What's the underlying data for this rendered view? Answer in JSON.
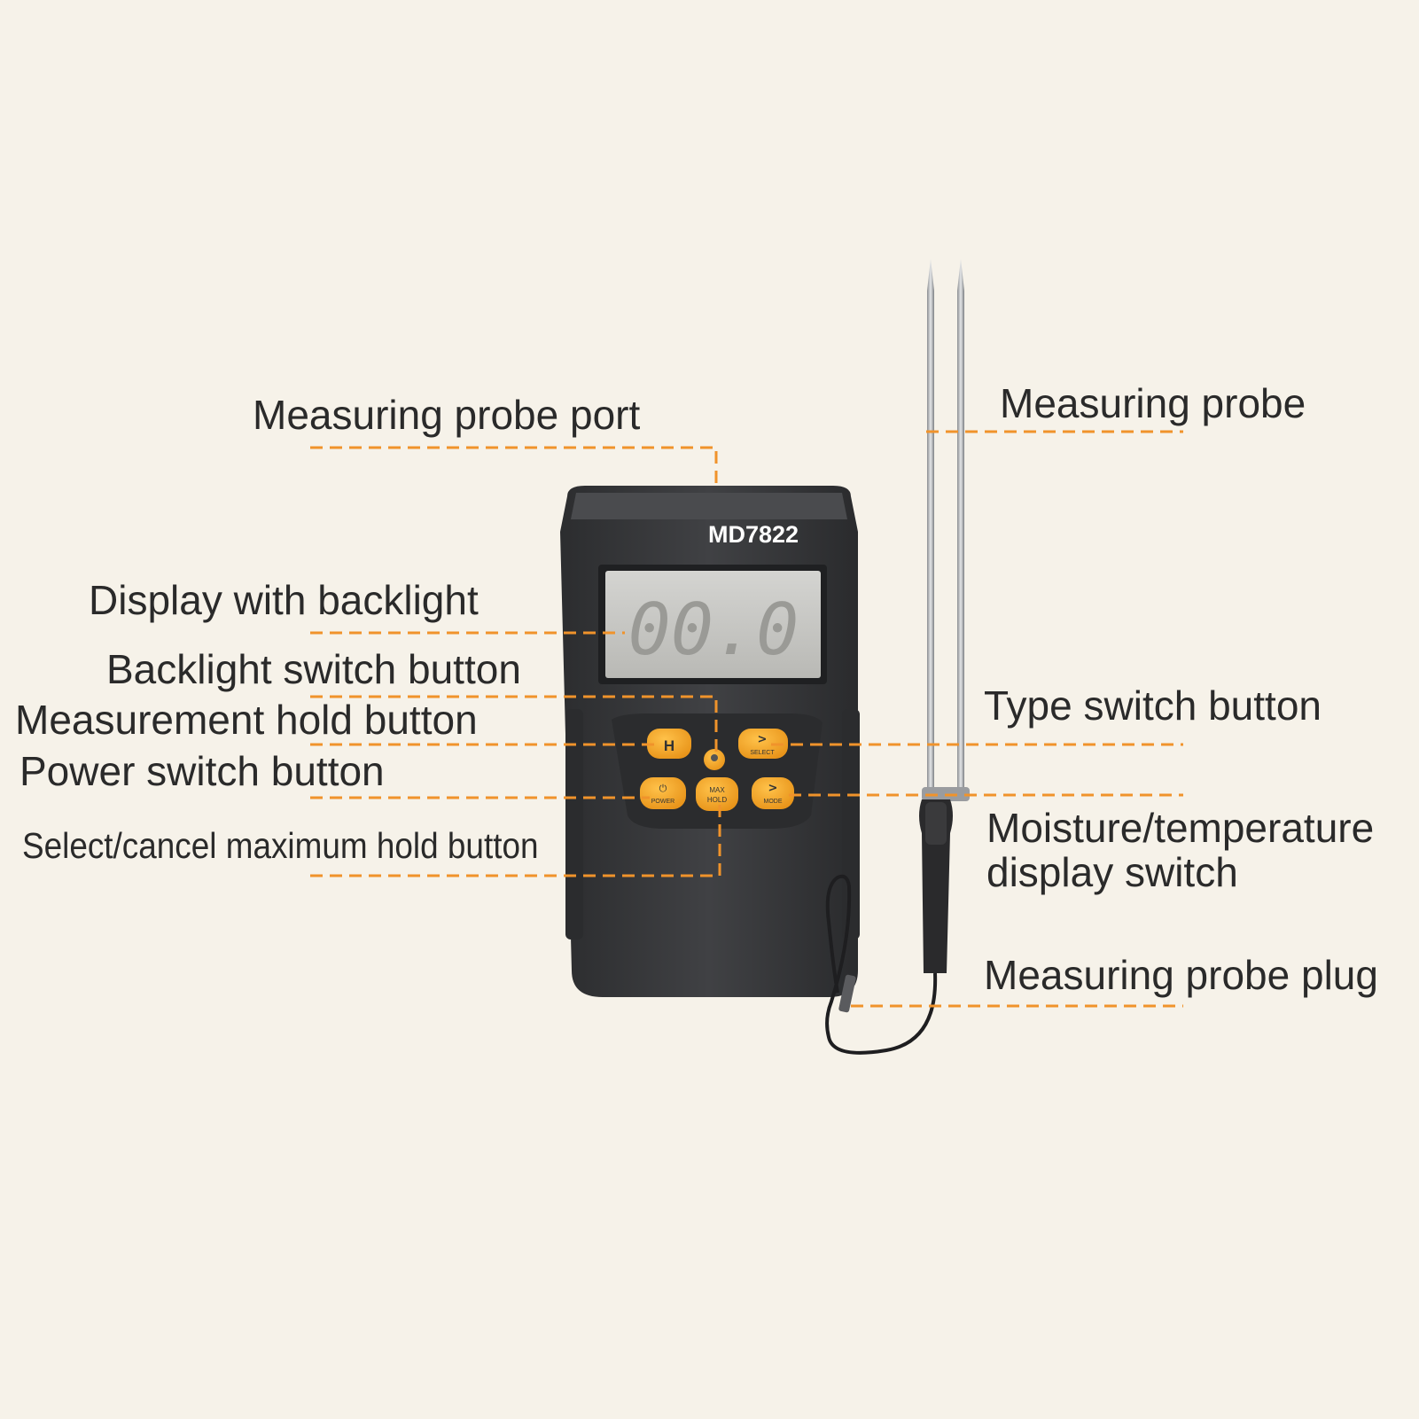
{
  "device": {
    "model": "MD7822",
    "display_reading": "00.0",
    "buttons": {
      "hold": "H",
      "select": "SELECT",
      "power": "POWER",
      "max_hold_top": "MAX",
      "max_hold_bottom": "HOLD",
      "mode": "MODE"
    }
  },
  "labels": {
    "probe_port": "Measuring probe port",
    "probe": "Measuring probe",
    "display": "Display with backlight",
    "backlight_button": "Backlight switch button",
    "hold_button": "Measurement hold button",
    "type_button": "Type switch button",
    "power_button": "Power switch button",
    "moisture_switch": "Moisture/temperature\ndisplay switch",
    "max_hold_button": "Select/cancel maximum hold button",
    "probe_plug": "Measuring probe plug"
  },
  "colors": {
    "background": "#f6f2e9",
    "leader_lines": "#f0932b",
    "device_body": "#3a3b3d",
    "buttons": "#f5a623",
    "lcd": "#c9c9c6"
  }
}
